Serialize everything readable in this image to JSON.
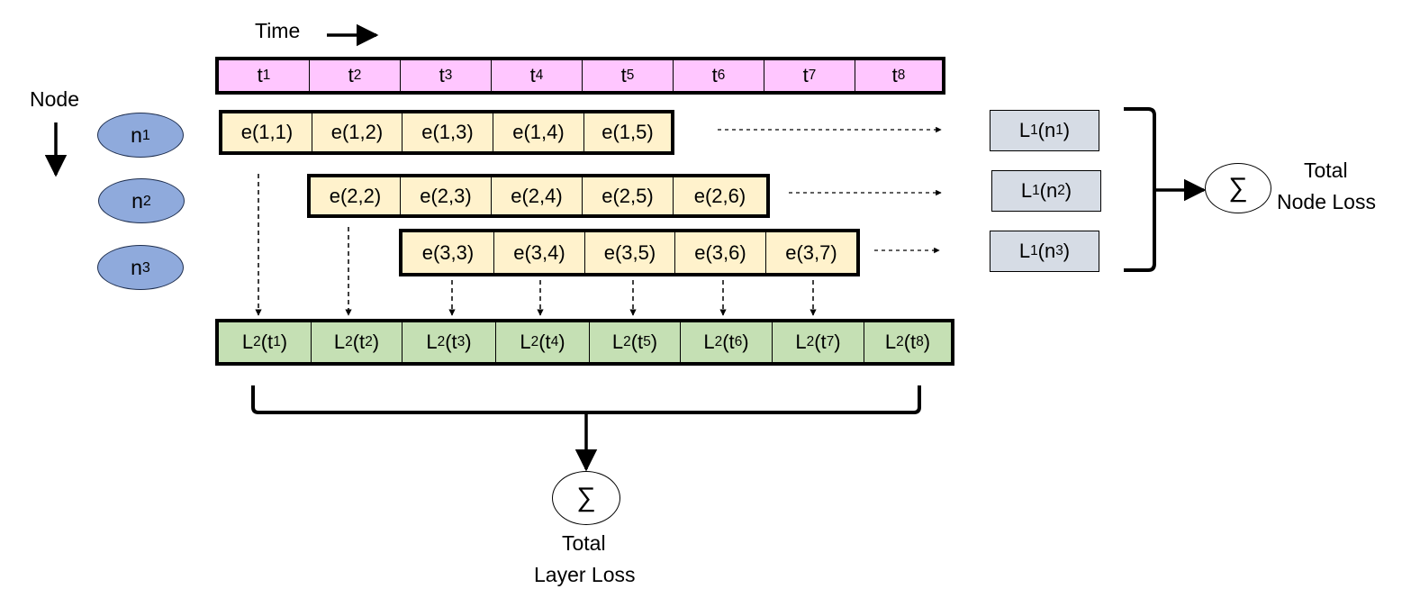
{
  "labels": {
    "time": "Time",
    "node": "Node",
    "total_node_loss_1": "Total",
    "total_node_loss_2": "Node Loss",
    "total_layer_loss_1": "Total",
    "total_layer_loss_2": "Layer Loss",
    "sigma": "∑"
  },
  "time_steps": [
    {
      "base": "t",
      "sub": "1"
    },
    {
      "base": "t",
      "sub": "2"
    },
    {
      "base": "t",
      "sub": "3"
    },
    {
      "base": "t",
      "sub": "4"
    },
    {
      "base": "t",
      "sub": "5"
    },
    {
      "base": "t",
      "sub": "6"
    },
    {
      "base": "t",
      "sub": "7"
    },
    {
      "base": "t",
      "sub": "8"
    }
  ],
  "nodes": [
    {
      "base": "n",
      "sub": "1"
    },
    {
      "base": "n",
      "sub": "2"
    },
    {
      "base": "n",
      "sub": "3"
    }
  ],
  "edges": [
    [
      "e(1,1)",
      "e(1,2)",
      "e(1,3)",
      "e(1,4)",
      "e(1,5)"
    ],
    [
      "e(2,2)",
      "e(2,3)",
      "e(2,4)",
      "e(2,5)",
      "e(2,6)"
    ],
    [
      "e(3,3)",
      "e(3,4)",
      "e(3,5)",
      "e(3,6)",
      "e(3,7)"
    ]
  ],
  "node_losses": [
    {
      "pre": "L",
      "lsub": "1",
      "mid": "(n",
      "nsub": "1",
      "post": ")"
    },
    {
      "pre": "L",
      "lsub": "1",
      "mid": "(n",
      "nsub": "2",
      "post": ")"
    },
    {
      "pre": "L",
      "lsub": "1",
      "mid": "(n",
      "nsub": "3",
      "post": ")"
    }
  ],
  "layer_losses": [
    {
      "pre": "L",
      "lsub": "2",
      "mid": "(t",
      "tsub": "1",
      "post": ")"
    },
    {
      "pre": "L",
      "lsub": "2",
      "mid": "(t",
      "tsub": "2",
      "post": ")"
    },
    {
      "pre": "L",
      "lsub": "2",
      "mid": "(t",
      "tsub": "3",
      "post": ")"
    },
    {
      "pre": "L",
      "lsub": "2",
      "mid": "(t",
      "tsub": "4",
      "post": ")"
    },
    {
      "pre": "L",
      "lsub": "2",
      "mid": "(t",
      "tsub": "5",
      "post": ")"
    },
    {
      "pre": "L",
      "lsub": "2",
      "mid": "(t",
      "tsub": "6",
      "post": ")"
    },
    {
      "pre": "L",
      "lsub": "2",
      "mid": "(t",
      "tsub": "7",
      "post": ")"
    },
    {
      "pre": "L",
      "lsub": "2",
      "mid": "(t",
      "tsub": "8",
      "post": ")"
    }
  ],
  "colors": {
    "time_cell": "#ffc6ff",
    "edge_cell": "#fff2cc",
    "layer_loss_cell": "#c5e0b4",
    "node_loss_box": "#d6dce5",
    "node_ellipse": "#8faadc"
  }
}
